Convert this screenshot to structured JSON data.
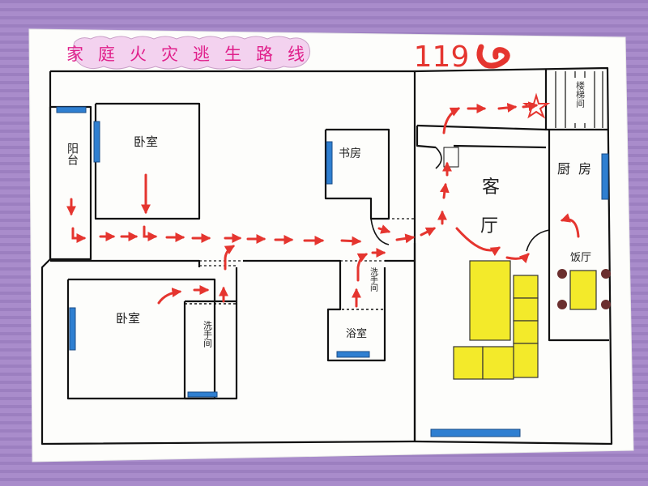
{
  "title": "家庭火灾逃生路线",
  "emergency_number": "119",
  "rooms": {
    "balcony": "阳台",
    "bedroom_1": "卧室",
    "bedroom_2": "卧室",
    "study": "书房",
    "living_room_1": "客",
    "living_room_2": "厅",
    "kitchen": "厨房",
    "dining_room": "饭厅",
    "stairwell": "楼梯间",
    "washroom_1": "洗手间",
    "washroom_2": "洗手间",
    "bathroom": "浴室"
  },
  "colors": {
    "walls": "#111111",
    "arrows": "#e5352f",
    "windows": "#2f7fd1",
    "furniture": "#f3ea2a",
    "title_bg": "#f3d2ef",
    "title_text": "#e0208b",
    "dining_chairs": "#6b2f2f",
    "paper": "#fdfdfb"
  }
}
